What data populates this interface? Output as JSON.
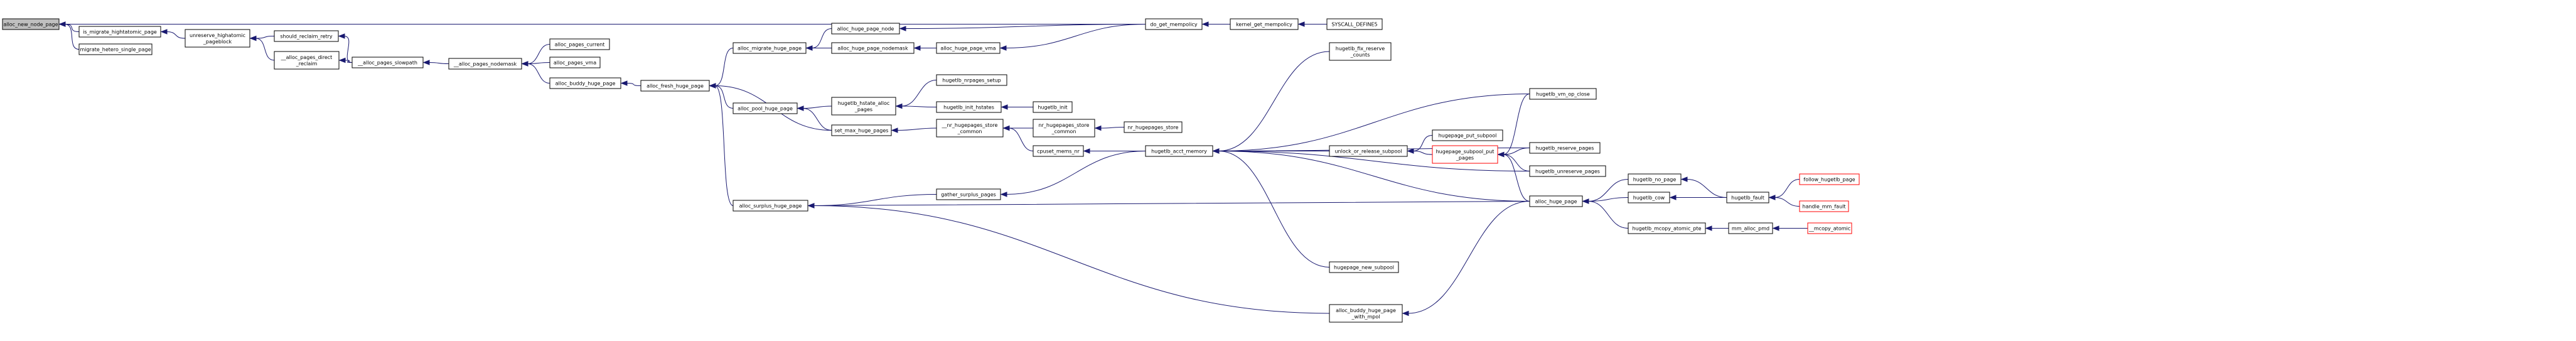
{
  "graph": {
    "colors": {
      "edge": "#191970",
      "node_border": "#000000",
      "node_border_missing": "#ff0000",
      "current_fill": "#bfbfbf"
    },
    "nodes": [
      {
        "id": "alloc_new_node_page",
        "lines": [
          "alloc_new_node_page"
        ],
        "current": true
      },
      {
        "id": "isolate_migratepages",
        "lines": [
          "is_migrate_hightatomic_page"
        ]
      },
      {
        "id": "migrate_hetero",
        "lines": [
          "migrate_hetero_single_page"
        ]
      },
      {
        "id": "unreserve_highatomic",
        "lines": [
          "unreserve_highatomic",
          "_pageblock"
        ]
      },
      {
        "id": "should_reclaim_retry",
        "lines": [
          "should_reclaim_retry"
        ]
      },
      {
        "id": "alloc_pages_direct_reclaim",
        "lines": [
          "__alloc_pages_direct",
          "_reclaim"
        ]
      },
      {
        "id": "alloc_pages_slowpath",
        "lines": [
          "__alloc_pages_slowpath"
        ]
      },
      {
        "id": "alloc_pages_nodemask",
        "lines": [
          "__alloc_pages_nodemask"
        ]
      },
      {
        "id": "alloc_pages_current",
        "lines": [
          "alloc_pages_current"
        ]
      },
      {
        "id": "alloc_pages_vma",
        "lines": [
          "alloc_pages_vma"
        ]
      },
      {
        "id": "alloc_buddy_huge_page",
        "lines": [
          "alloc_buddy_huge_page"
        ]
      },
      {
        "id": "alloc_fresh_huge_page",
        "lines": [
          "alloc_fresh_huge_page"
        ]
      },
      {
        "id": "alloc_migrate_huge_page",
        "lines": [
          "alloc_migrate_huge_page"
        ]
      },
      {
        "id": "alloc_pool_huge_page",
        "lines": [
          "alloc_pool_huge_page"
        ]
      },
      {
        "id": "alloc_surplus_huge_page",
        "lines": [
          "alloc_surplus_huge_page"
        ]
      },
      {
        "id": "alloc_huge_page_node",
        "lines": [
          "alloc_huge_page_node"
        ]
      },
      {
        "id": "alloc_huge_page_nodemask",
        "lines": [
          "alloc_huge_page_nodemask"
        ]
      },
      {
        "id": "alloc_huge_page_vma",
        "lines": [
          "alloc_huge_page_vma"
        ]
      },
      {
        "id": "hugetlb_hstate_alloc_pages",
        "lines": [
          "hugetlb_hstate_alloc",
          "_pages"
        ]
      },
      {
        "id": "set_max_huge_pages",
        "lines": [
          "set_max_huge_pages"
        ]
      },
      {
        "id": "hugetlb_nrpages_setup",
        "lines": [
          "hugetlb_nrpages_setup"
        ]
      },
      {
        "id": "hugetlb_init_hstates",
        "lines": [
          "hugetlb_init_hstates"
        ]
      },
      {
        "id": "hugetlb_init",
        "lines": [
          "hugetlb_init"
        ]
      },
      {
        "id": "nr_hugepages_store_common",
        "lines": [
          "__nr_hugepages_store",
          "_common"
        ]
      },
      {
        "id": "nr_hugepages_store_common2",
        "lines": [
          "nr_hugepages_store",
          "_common"
        ]
      },
      {
        "id": "nr_hugepages_store",
        "lines": [
          "nr_hugepages_store"
        ]
      },
      {
        "id": "cpuset_mems_nr",
        "lines": [
          "cpuset_mems_nr"
        ]
      },
      {
        "id": "gather_surplus_pages",
        "lines": [
          "gather_surplus_pages"
        ]
      },
      {
        "id": "hugetlb_acct_memory",
        "lines": [
          "hugetlb_acct_memory"
        ]
      },
      {
        "id": "do_get_mempolicy",
        "lines": [
          "do_get_mempolicy"
        ]
      },
      {
        "id": "kernel_get_mempolicy",
        "lines": [
          "kernel_get_mempolicy"
        ]
      },
      {
        "id": "syscall_define5",
        "lines": [
          "SYSCALL_DEFINE5"
        ]
      },
      {
        "id": "hugetlb_fix_reserve_counts",
        "lines": [
          "hugetlb_fix_reserve",
          "_counts"
        ]
      },
      {
        "id": "unlock_or_release_subpool",
        "lines": [
          "unlock_or_release_subpool"
        ]
      },
      {
        "id": "hugepage_put_subpool",
        "lines": [
          "hugepage_put_subpool"
        ]
      },
      {
        "id": "hugepage_subpool_put_pages",
        "lines": [
          "hugepage_subpool_put",
          "_pages"
        ],
        "missing": true
      },
      {
        "id": "hugepage_new_subpool",
        "lines": [
          "hugepage_new_subpool"
        ]
      },
      {
        "id": "alloc_buddy_huge_page_with_mpol",
        "lines": [
          "alloc_buddy_huge_page",
          "_with_mpol"
        ]
      },
      {
        "id": "alloc_huge_page",
        "lines": [
          "alloc_huge_page"
        ]
      },
      {
        "id": "hugetlb_vm_op_close",
        "lines": [
          "hugetlb_vm_op_close"
        ]
      },
      {
        "id": "hugetlb_reserve_pages",
        "lines": [
          "hugetlb_reserve_pages"
        ]
      },
      {
        "id": "hugetlb_unreserve_pages",
        "lines": [
          "hugetlb_unreserve_pages"
        ]
      },
      {
        "id": "hugetlb_no_page",
        "lines": [
          "hugetlb_no_page"
        ]
      },
      {
        "id": "hugetlb_cow",
        "lines": [
          "hugetlb_cow"
        ]
      },
      {
        "id": "hugetlb_mcopy_atomic_pte",
        "lines": [
          "hugetlb_mcopy_atomic_pte"
        ]
      },
      {
        "id": "mm_alloc_pmd",
        "lines": [
          "mm_alloc_pmd"
        ]
      },
      {
        "id": "mcopy_atomic",
        "lines": [
          "__mcopy_atomic"
        ],
        "missing": true
      },
      {
        "id": "hugetlb_fault",
        "lines": [
          "hugetlb_fault"
        ]
      },
      {
        "id": "follow_hugetlb_page",
        "lines": [
          "follow_hugetlb_page"
        ],
        "missing": true
      },
      {
        "id": "handle_mm_fault",
        "lines": [
          "handle_mm_fault"
        ],
        "missing": true
      }
    ]
  }
}
